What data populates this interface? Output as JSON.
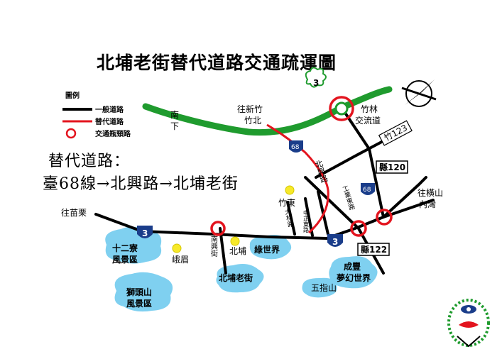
{
  "title": "北埔老街替代道路交通疏運圖",
  "legend": {
    "heading": "圖例",
    "general_road": "一般道路",
    "alternative_road": "替代道路",
    "congestion_point": "交通瓶頸路"
  },
  "route": {
    "line1": "替代道路：",
    "line2": "臺68線→北興路→北埔老街"
  },
  "places": {
    "nanxia_top": "南",
    "nanxia_bottom": "下",
    "to_xinzhu": "往新竹",
    "zhubei": "竹北",
    "zhulin_top": "竹林",
    "zhulin_bottom": "交流道",
    "zhudong": "竹東",
    "to_emei_top": "往橫山",
    "to_emei_bottom": "內灣",
    "to_miaoli": "往苗栗",
    "shierliao_top": "十二寮",
    "shierliao_bottom": "風景區",
    "emei": "峨眉",
    "nanxing_street": "南興街",
    "beipu": "北埔",
    "green_world": "綠世界",
    "chengfeng_top": "成豐",
    "chengfeng_bottom": "夢幻世界",
    "wuzhishan": "五指山",
    "beipu_old_street": "北埔老街",
    "shitoushan_top": "獅頭山",
    "shitoushan_bottom": "風景區",
    "beixing_road": "北興路",
    "gongye_road": "工業東路",
    "zhongshan_road": "中正東路",
    "dalin_road": "大林路"
  },
  "shields": {
    "hwy3_top": "3",
    "hwy3_left": "3",
    "hwy3_right": "3",
    "hwy68_a": "68",
    "hwy68_b": "68",
    "county120": "縣120",
    "county122": "縣122",
    "township123": "竹123"
  },
  "colors": {
    "green_road": "#1f9b2e",
    "alt_road": "#e3141e",
    "bubble": "#7fd0f0",
    "yellow": "#f7e92a",
    "shield": "#1a3d8a"
  }
}
